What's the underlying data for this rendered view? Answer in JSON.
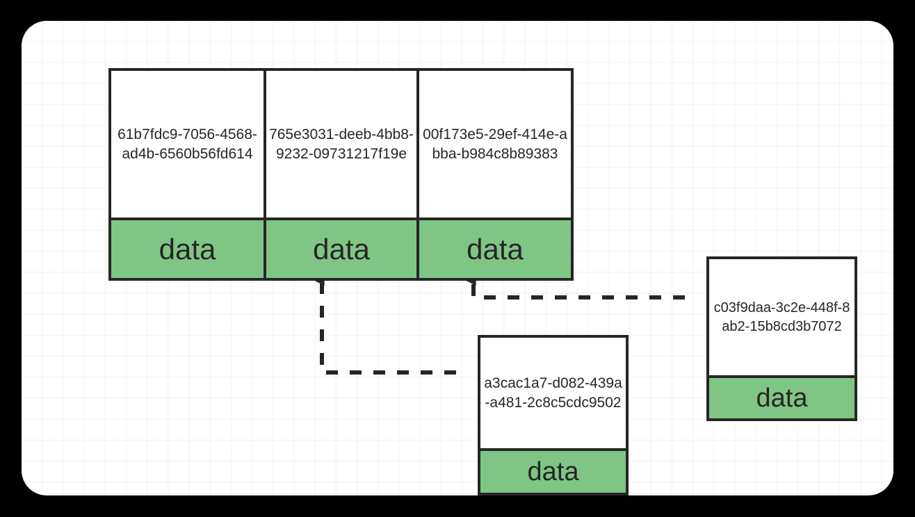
{
  "canvas": {
    "background_color": "#ffffff",
    "outer_background_color": "#000000",
    "grid_color": "#f1f1f1",
    "border_color": "#262626",
    "accent_color": "#7fc684"
  },
  "diagram": {
    "type": "entity-relationship",
    "table_cluster": {
      "name": "data-table-group",
      "columns": [
        {
          "id": "61b7fdc9-7056-4568-ad4b-6560b56fd614",
          "footer_label": "data"
        },
        {
          "id": "765e3031-deeb-4bb8-9232-09731217f19e",
          "footer_label": "data"
        },
        {
          "id": "00f173e5-29ef-414e-abba-b984c8b89383",
          "footer_label": "data"
        }
      ]
    },
    "nodes": [
      {
        "id": "a3cac1a7-d082-439a-a481-2c8c5cdc9502",
        "footer_label": "data"
      },
      {
        "id": "c03f9daa-3c2e-448f-8ab2-15b8cd3b7072",
        "footer_label": "data"
      }
    ],
    "connectors": [
      {
        "name": "a3cac1a7-to-column-1",
        "from": "a3cac1a7-d082-439a-a481-2c8c5cdc9502",
        "to": "61b7fdc9-7056-4568-ad4b-6560b56fd614",
        "style": "dashed",
        "arrowhead": "end"
      },
      {
        "name": "c03f9daa-to-column-3",
        "from": "c03f9daa-3c2e-448f-8ab2-15b8cd3b7072",
        "to": "00f173e5-29ef-414e-abba-b984c8b89383",
        "style": "dashed",
        "arrowhead": "end"
      }
    ]
  }
}
